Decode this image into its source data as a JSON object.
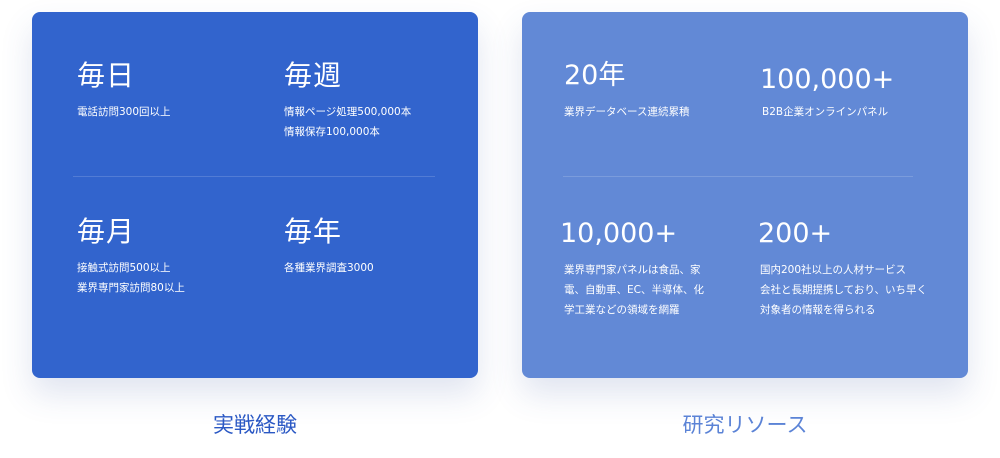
{
  "experience": {
    "label": "実戦経験",
    "items": [
      {
        "title": "毎日",
        "lines": [
          "電話訪問300回以上"
        ]
      },
      {
        "title": "毎週",
        "lines": [
          "情報ページ処理500,000本",
          "情報保存100,000本"
        ]
      },
      {
        "title": "毎月",
        "lines": [
          "接触式訪問500以上",
          "業界専門家訪問80以上"
        ]
      },
      {
        "title": "毎年",
        "lines": [
          "各種業界調査3000"
        ]
      }
    ]
  },
  "resources": {
    "label": "研究リソース",
    "items": [
      {
        "title": "20年",
        "lines": [
          "業界データベース連続累積"
        ]
      },
      {
        "title": "100,000+",
        "lines": [
          "B2B企業オンラインパネル"
        ]
      },
      {
        "title": "10,000+",
        "lines": [
          "業界専門家パネルは食品、家",
          "電、自動車、EC、半導体、化",
          "学工業などの領域を網羅"
        ]
      },
      {
        "title": "200+",
        "lines": [
          "国内200社以上の人材サービス",
          "会社と長期提携しており、いち早く",
          "対象者の情報を得られる"
        ]
      }
    ]
  }
}
